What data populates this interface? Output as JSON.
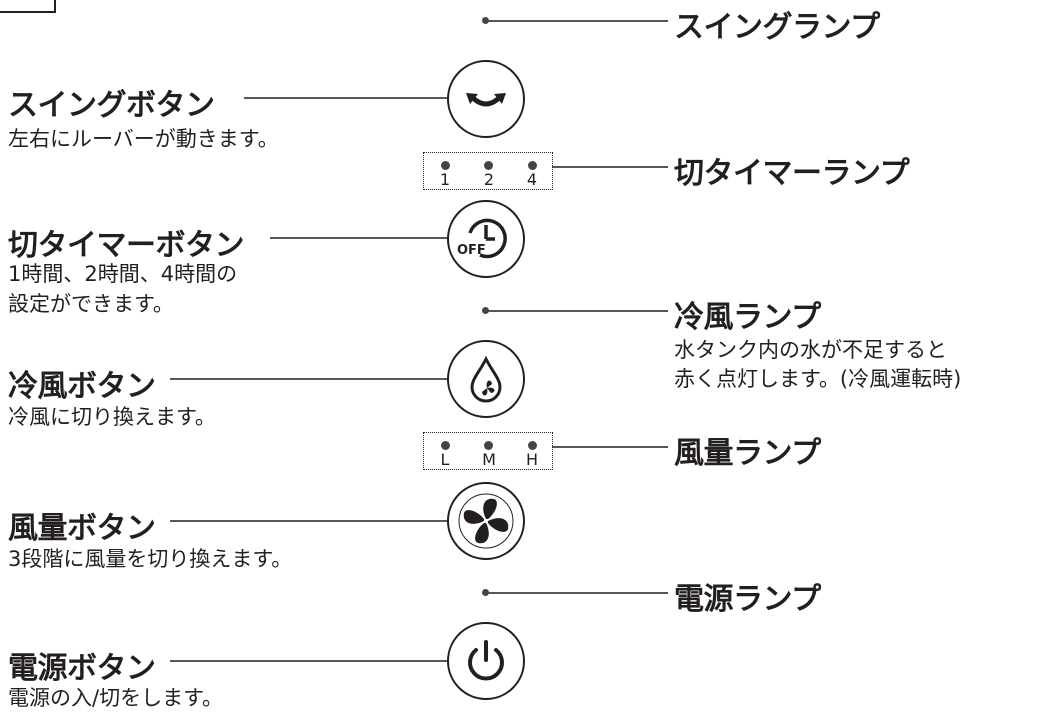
{
  "lamps": {
    "swing": "スイングランプ",
    "off_timer": "切タイマーランプ",
    "cool": "冷風ランプ",
    "cool_desc_1": "水タンク内の水が不足すると",
    "cool_desc_2": "赤く点灯します。(冷風運転時)",
    "fan_speed": "風量ランプ",
    "power": "電源ランプ"
  },
  "buttons": {
    "swing": {
      "title": "スイングボタン",
      "desc": "左右にルーバーが動きます。"
    },
    "off_timer": {
      "title": "切タイマーボタン",
      "desc_1": "1時間、2時間、4時間の",
      "desc_2": "設定ができます。"
    },
    "cool": {
      "title": "冷風ボタン",
      "desc": "冷風に切り換えます。"
    },
    "fan_speed": {
      "title": "風量ボタン",
      "desc": "3段階に風量を切り換えます。"
    },
    "power": {
      "title": "電源ボタン",
      "desc": "電源の入/切をします。"
    }
  },
  "timer_levels": [
    "1",
    "2",
    "4"
  ],
  "fan_levels": [
    "L",
    "M",
    "H"
  ],
  "icons": {
    "off_text": "OFF"
  }
}
